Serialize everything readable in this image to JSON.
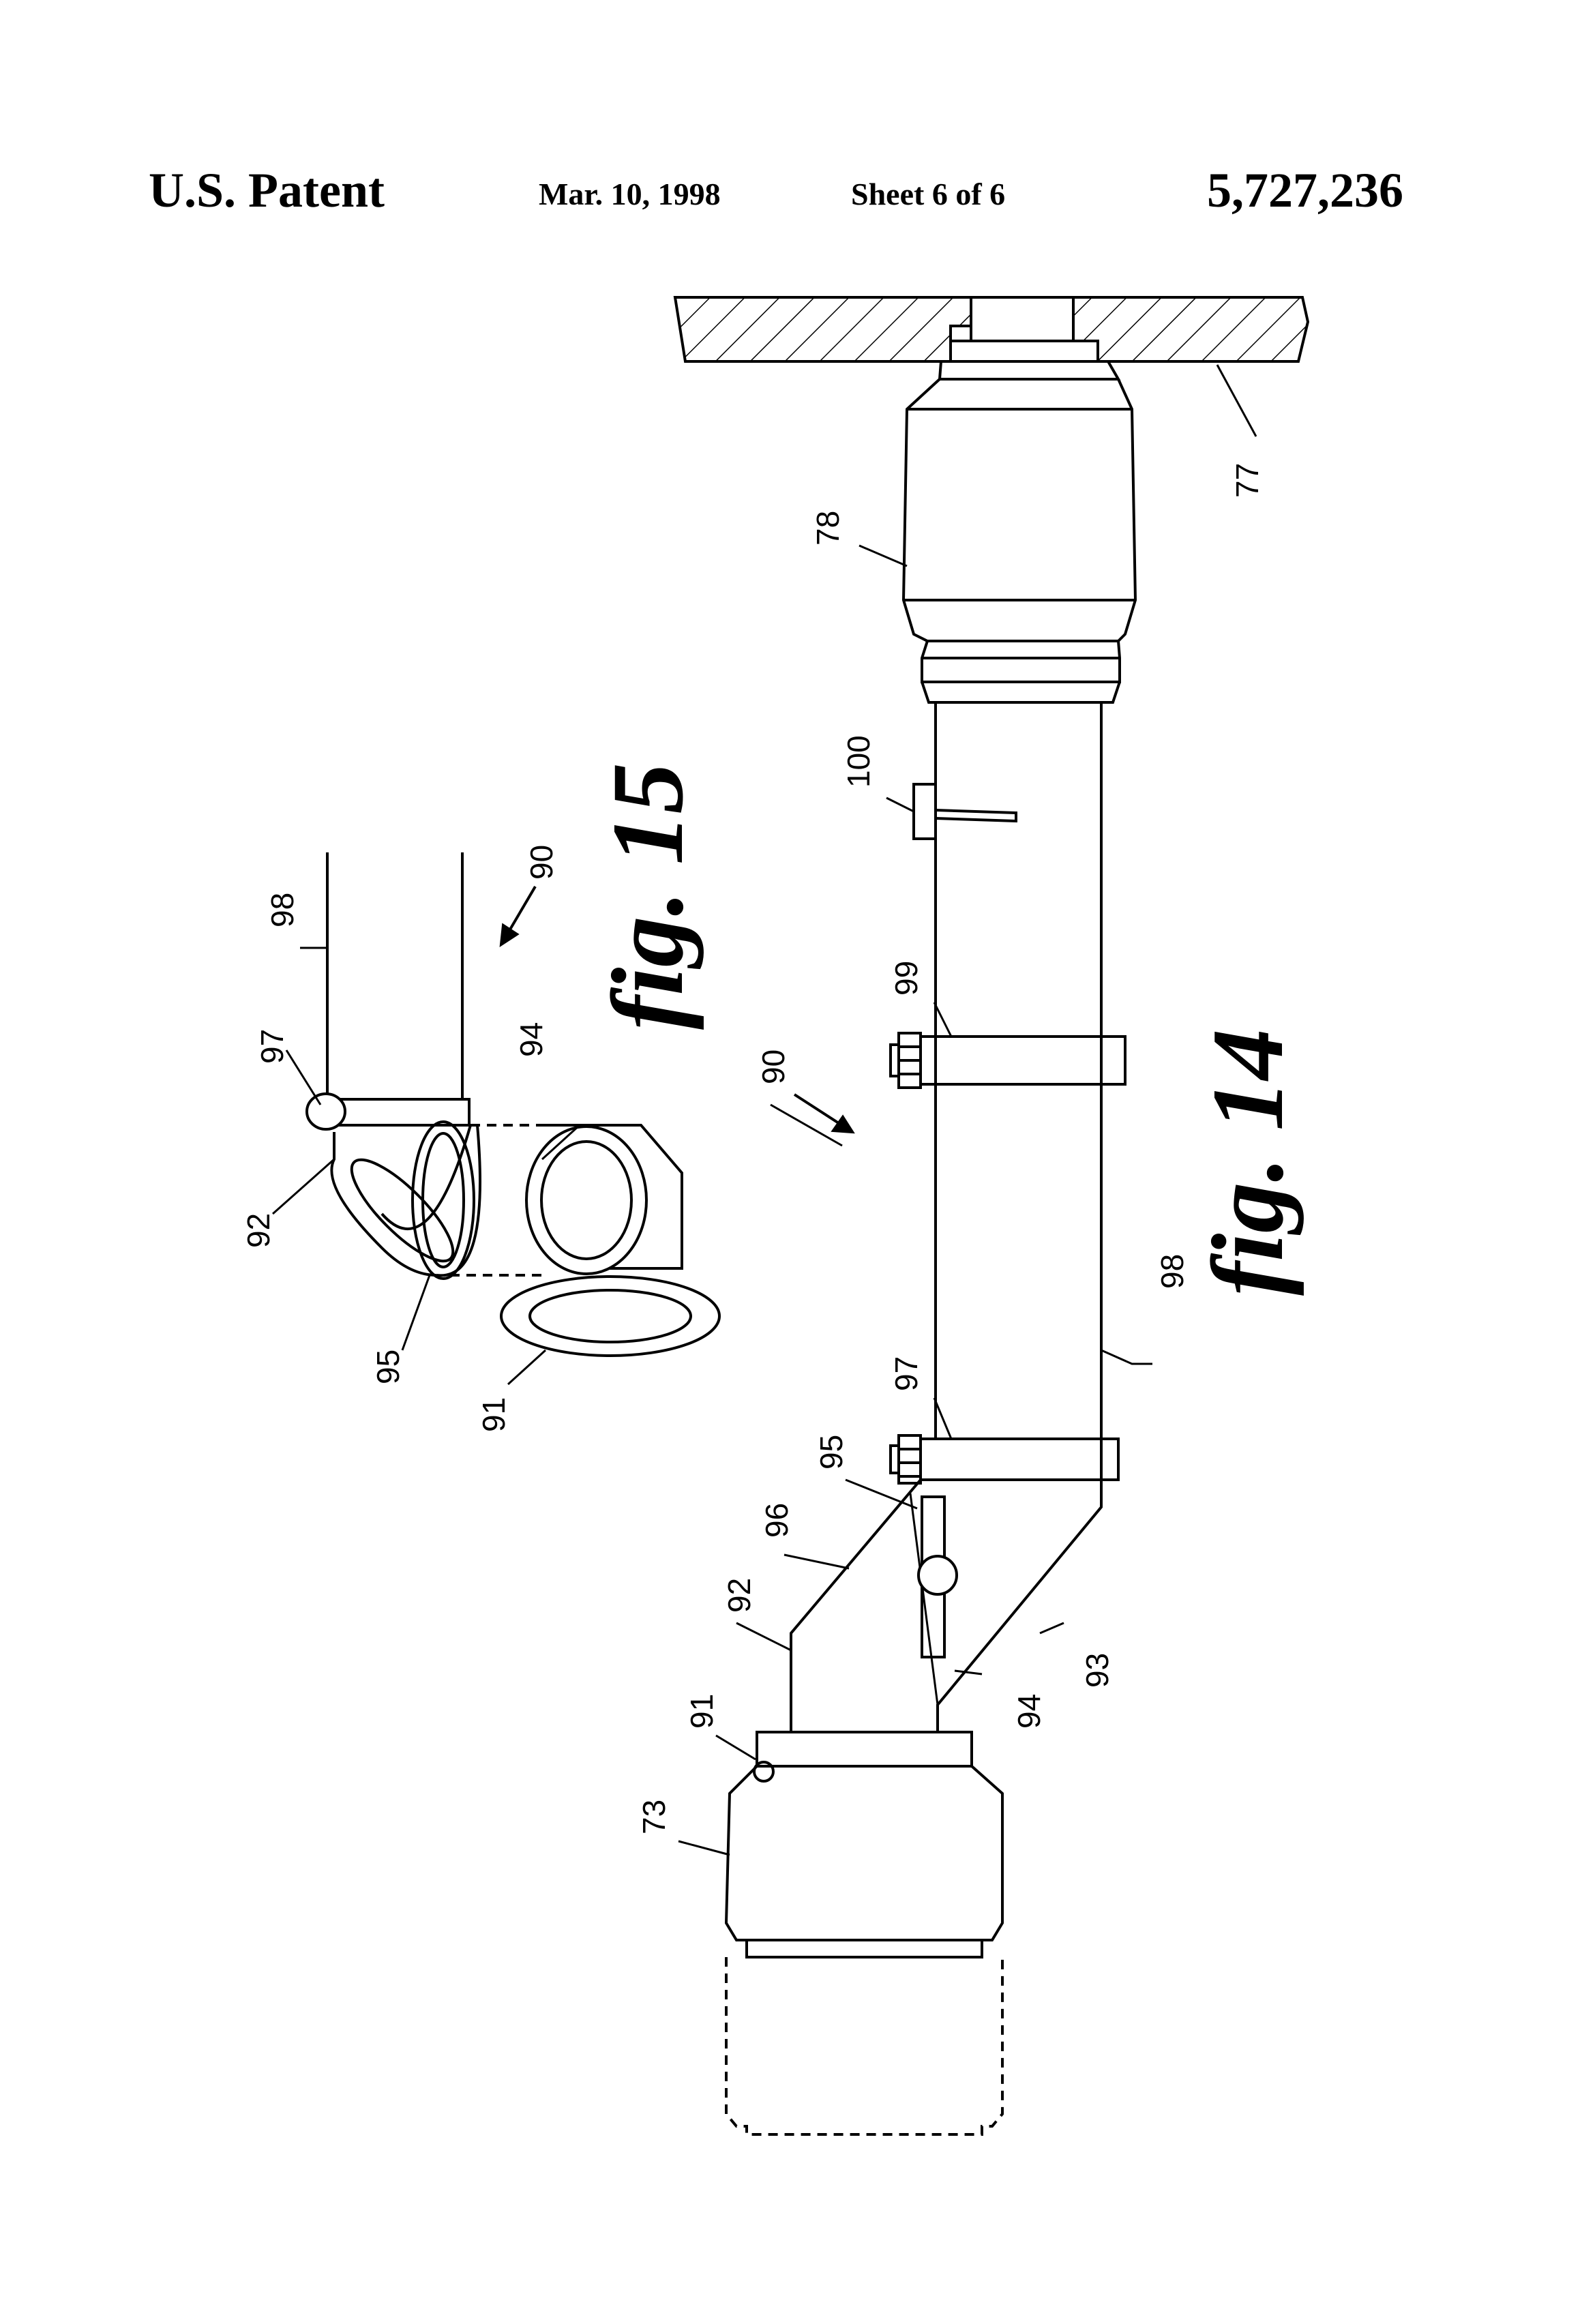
{
  "header": {
    "patent_label": "U.S. Patent",
    "date": "Mar. 10, 1998",
    "sheet": "Sheet 6 of 6",
    "patent_number": "5,727,236"
  },
  "figures": {
    "fig14": "fig. 14",
    "fig15": "fig. 15"
  },
  "references": {
    "r73": "73",
    "r77": "77",
    "r78": "78",
    "r90a": "90",
    "r90b": "90",
    "r91a": "91",
    "r91b": "91",
    "r92a": "92",
    "r92b": "92",
    "r93": "93",
    "r94a": "94",
    "r94b": "94",
    "r95a": "95",
    "r95b": "95",
    "r96": "96",
    "r97a": "97",
    "r97b": "97",
    "r98a": "98",
    "r98b": "98",
    "r99": "99",
    "r100": "100"
  },
  "colors": {
    "ink": "#000000",
    "paper": "#ffffff"
  }
}
